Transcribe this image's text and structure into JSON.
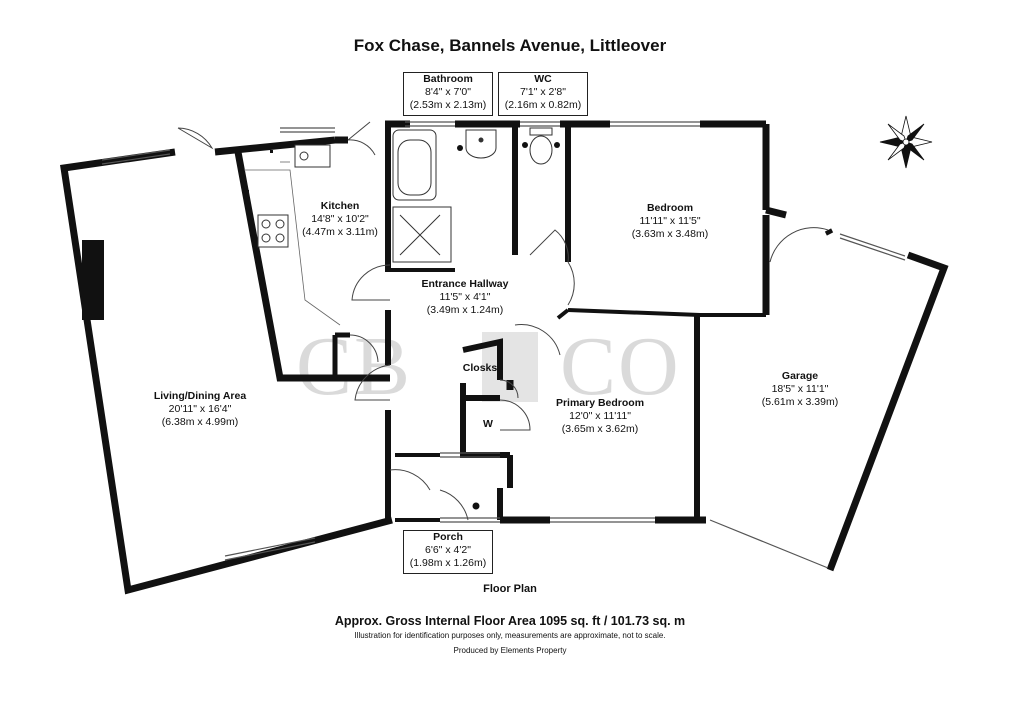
{
  "title": "Fox Chase, Bannels Avenue, Littleover",
  "watermark": {
    "left": "CB",
    "right": "CO"
  },
  "rooms": {
    "bathroom": {
      "name": "Bathroom",
      "imperial": "8'4\" x 7'0\"",
      "metric": "(2.53m x 2.13m)"
    },
    "wc": {
      "name": "WC",
      "imperial": "7'1\" x 2'8\"",
      "metric": "(2.16m x 0.82m)"
    },
    "kitchen": {
      "name": "Kitchen",
      "imperial": "14'8\" x 10'2\"",
      "metric": "(4.47m x 3.11m)"
    },
    "bedroom": {
      "name": "Bedroom",
      "imperial": "11'11\" x 11'5\"",
      "metric": "(3.63m x 3.48m)"
    },
    "hallway": {
      "name": "Entrance Hallway",
      "imperial": "11'5\" x 4'1\"",
      "metric": "(3.49m x 1.24m)"
    },
    "closks": {
      "name": "Closks"
    },
    "w": {
      "name": "W"
    },
    "living": {
      "name": "Living/Dining Area",
      "imperial": "20'11\" x 16'4\"",
      "metric": "(6.38m x 4.99m)"
    },
    "primary": {
      "name": "Primary Bedroom",
      "imperial": "12'0\" x 11'11\"",
      "metric": "(3.65m x 3.62m)"
    },
    "garage": {
      "name": "Garage",
      "imperial": "18'5\" x 11'1\"",
      "metric": "(5.61m x 3.39m)"
    },
    "porch": {
      "name": "Porch",
      "imperial": "6'6\" x 4'2\"",
      "metric": "(1.98m x 1.26m)"
    }
  },
  "compass_icon": "compass-rose-icon",
  "footer": {
    "plan_label": "Floor Plan",
    "area": "Approx. Gross Internal Floor Area 1095 sq. ft / 101.73 sq. m",
    "disclaimer": "Illustration for identification purposes only, measurements are approximate, not to scale.",
    "producer": "Produced by Elements Property"
  },
  "colors": {
    "wall": "#111111",
    "line": "#555555",
    "watermark": "#bdbdbd"
  }
}
